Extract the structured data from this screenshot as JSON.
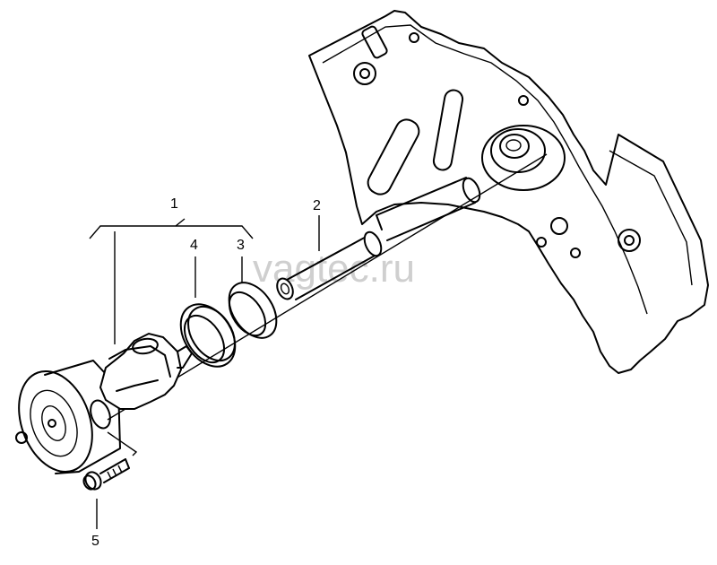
{
  "watermark": "vagtec.ru",
  "callouts": {
    "c1": "1",
    "c2": "2",
    "c3": "3",
    "c4": "4",
    "c5": "5"
  }
}
